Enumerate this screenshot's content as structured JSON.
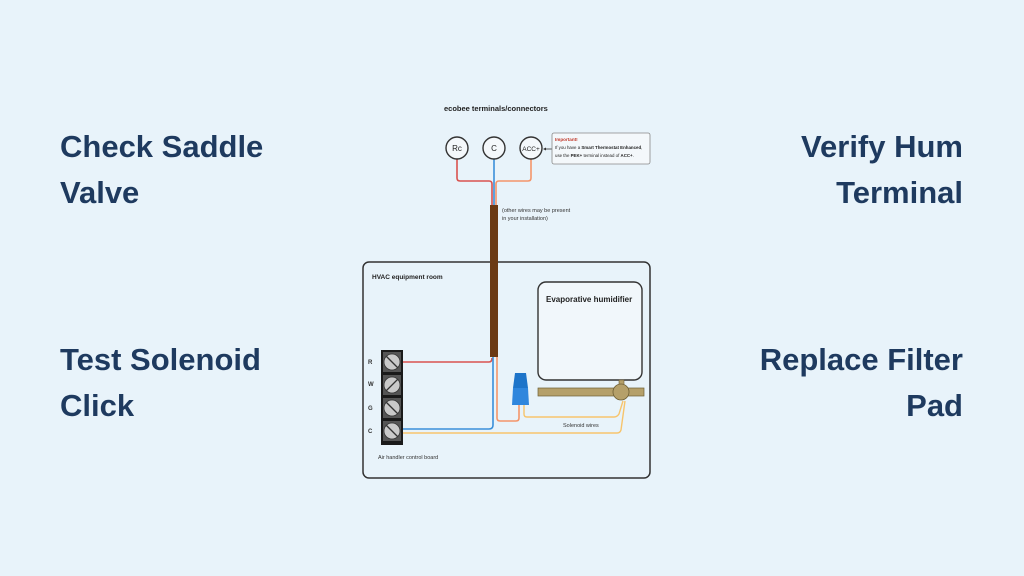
{
  "tips": {
    "top_left": [
      "Check Saddle",
      "Valve"
    ],
    "top_right": [
      "Verify Hum",
      "Terminal"
    ],
    "bottom_left": [
      "Test Solenoid",
      "Click"
    ],
    "bottom_right": [
      "Replace Filter",
      "Pad"
    ]
  },
  "diagram": {
    "title": "ecobee terminals/connectors",
    "terminals": [
      "Rc",
      "C",
      "ACC+"
    ],
    "note": {
      "heading": "Important!",
      "line1_prefix": "If you have a ",
      "line1_bold": "Smart Thermostat Enhanced",
      "line1_suffix": ",",
      "line2_prefix": "use the ",
      "line2_bold1": "PEK+",
      "line2_mid": " terminal instead of ",
      "line2_bold2": "ACC+",
      "line2_suffix": "."
    },
    "cable_note": [
      "(other wires may be present",
      "in your installation)"
    ],
    "room_label": "HVAC equipment room",
    "humidifier_label": "Evaporative humidifier",
    "board_terminals": [
      "R",
      "W",
      "G",
      "C"
    ],
    "board_label": "Air handler control board",
    "solenoid_label": "Solenoid wires",
    "colors": {
      "red_wire": "#d9534f",
      "blue_wire": "#3a8fd9",
      "orange_wire": "#f4956a",
      "yellow_wire": "#f7c46c",
      "cable": "#6b3a14",
      "pipe": "#b5a06a",
      "connector": "#1d74c9",
      "note_heading": "#c0392b"
    }
  }
}
